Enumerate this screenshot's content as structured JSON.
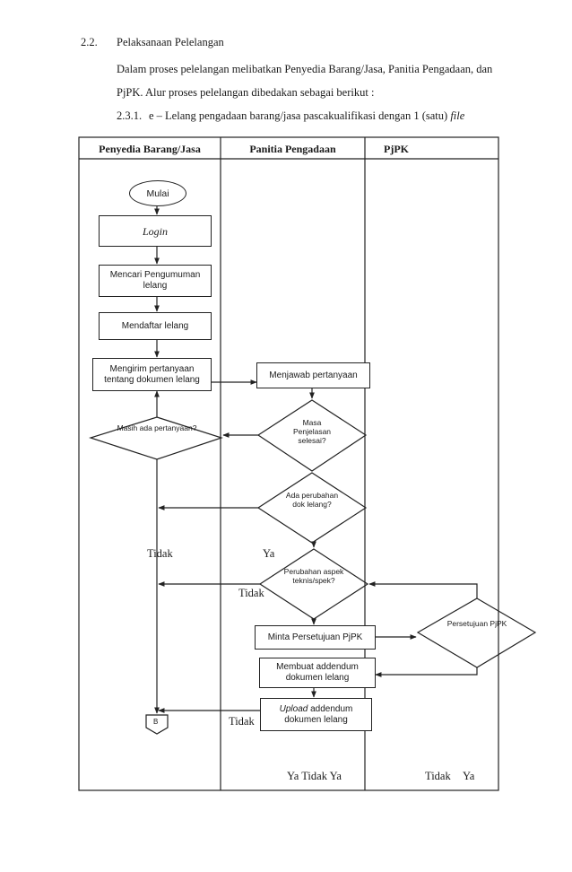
{
  "doc": {
    "section_number": "2.2.",
    "section_title": "Pelaksanaan Pelelangan",
    "para_line1": "Dalam proses pelelangan melibatkan Penyedia Barang/Jasa, Panitia Pengadaan, dan",
    "para_line2": "PjPK. Alur proses pelelangan dibedakan sebagai berikut :",
    "sub_number": "2.3.1.",
    "sub_text": "e – Lelang pengadaan barang/jasa pascakualifikasi dengan 1 (satu)",
    "sub_italic": "file"
  },
  "lanes": {
    "penyedia": "Penyedia Barang/Jasa",
    "panitia": "Panitia Pengadaan",
    "pjpk": "PjPK"
  },
  "nodes": {
    "mulai": "Mulai",
    "login": "Login",
    "mencari": "Mencari Pengumuman lelang",
    "mendaftar": "Mendaftar lelang",
    "mengirim": "Mengirim pertanyaan tentang dokumen lelang",
    "menjawab": "Menjawab pertanyaan",
    "masih_ada": "Masih ada pertanyaan?",
    "masa": "Masa Penjelasan selesai?",
    "ada_perubahan": "Ada perubahan dok lelang?",
    "perubahan_aspek": "Perubahan aspek teknis/spek?",
    "minta": "Minta Persetujuan PjPK",
    "persetujuan": "Persetujuan PjPK",
    "membuat": "Membuat addendum dokumen lelang",
    "upload_italic": "Upload",
    "upload_rest": "addendum dokumen lelang",
    "connector_b": "B"
  },
  "labels": {
    "tidak1": "Tidak",
    "ya1": "Ya",
    "tidak2": "Tidak",
    "tidak3": "Tidak",
    "bottom_panitia": "Ya Tidak Ya",
    "bottom_pjpk_tidak": "Tidak",
    "bottom_pjpk_ya": "Ya"
  }
}
